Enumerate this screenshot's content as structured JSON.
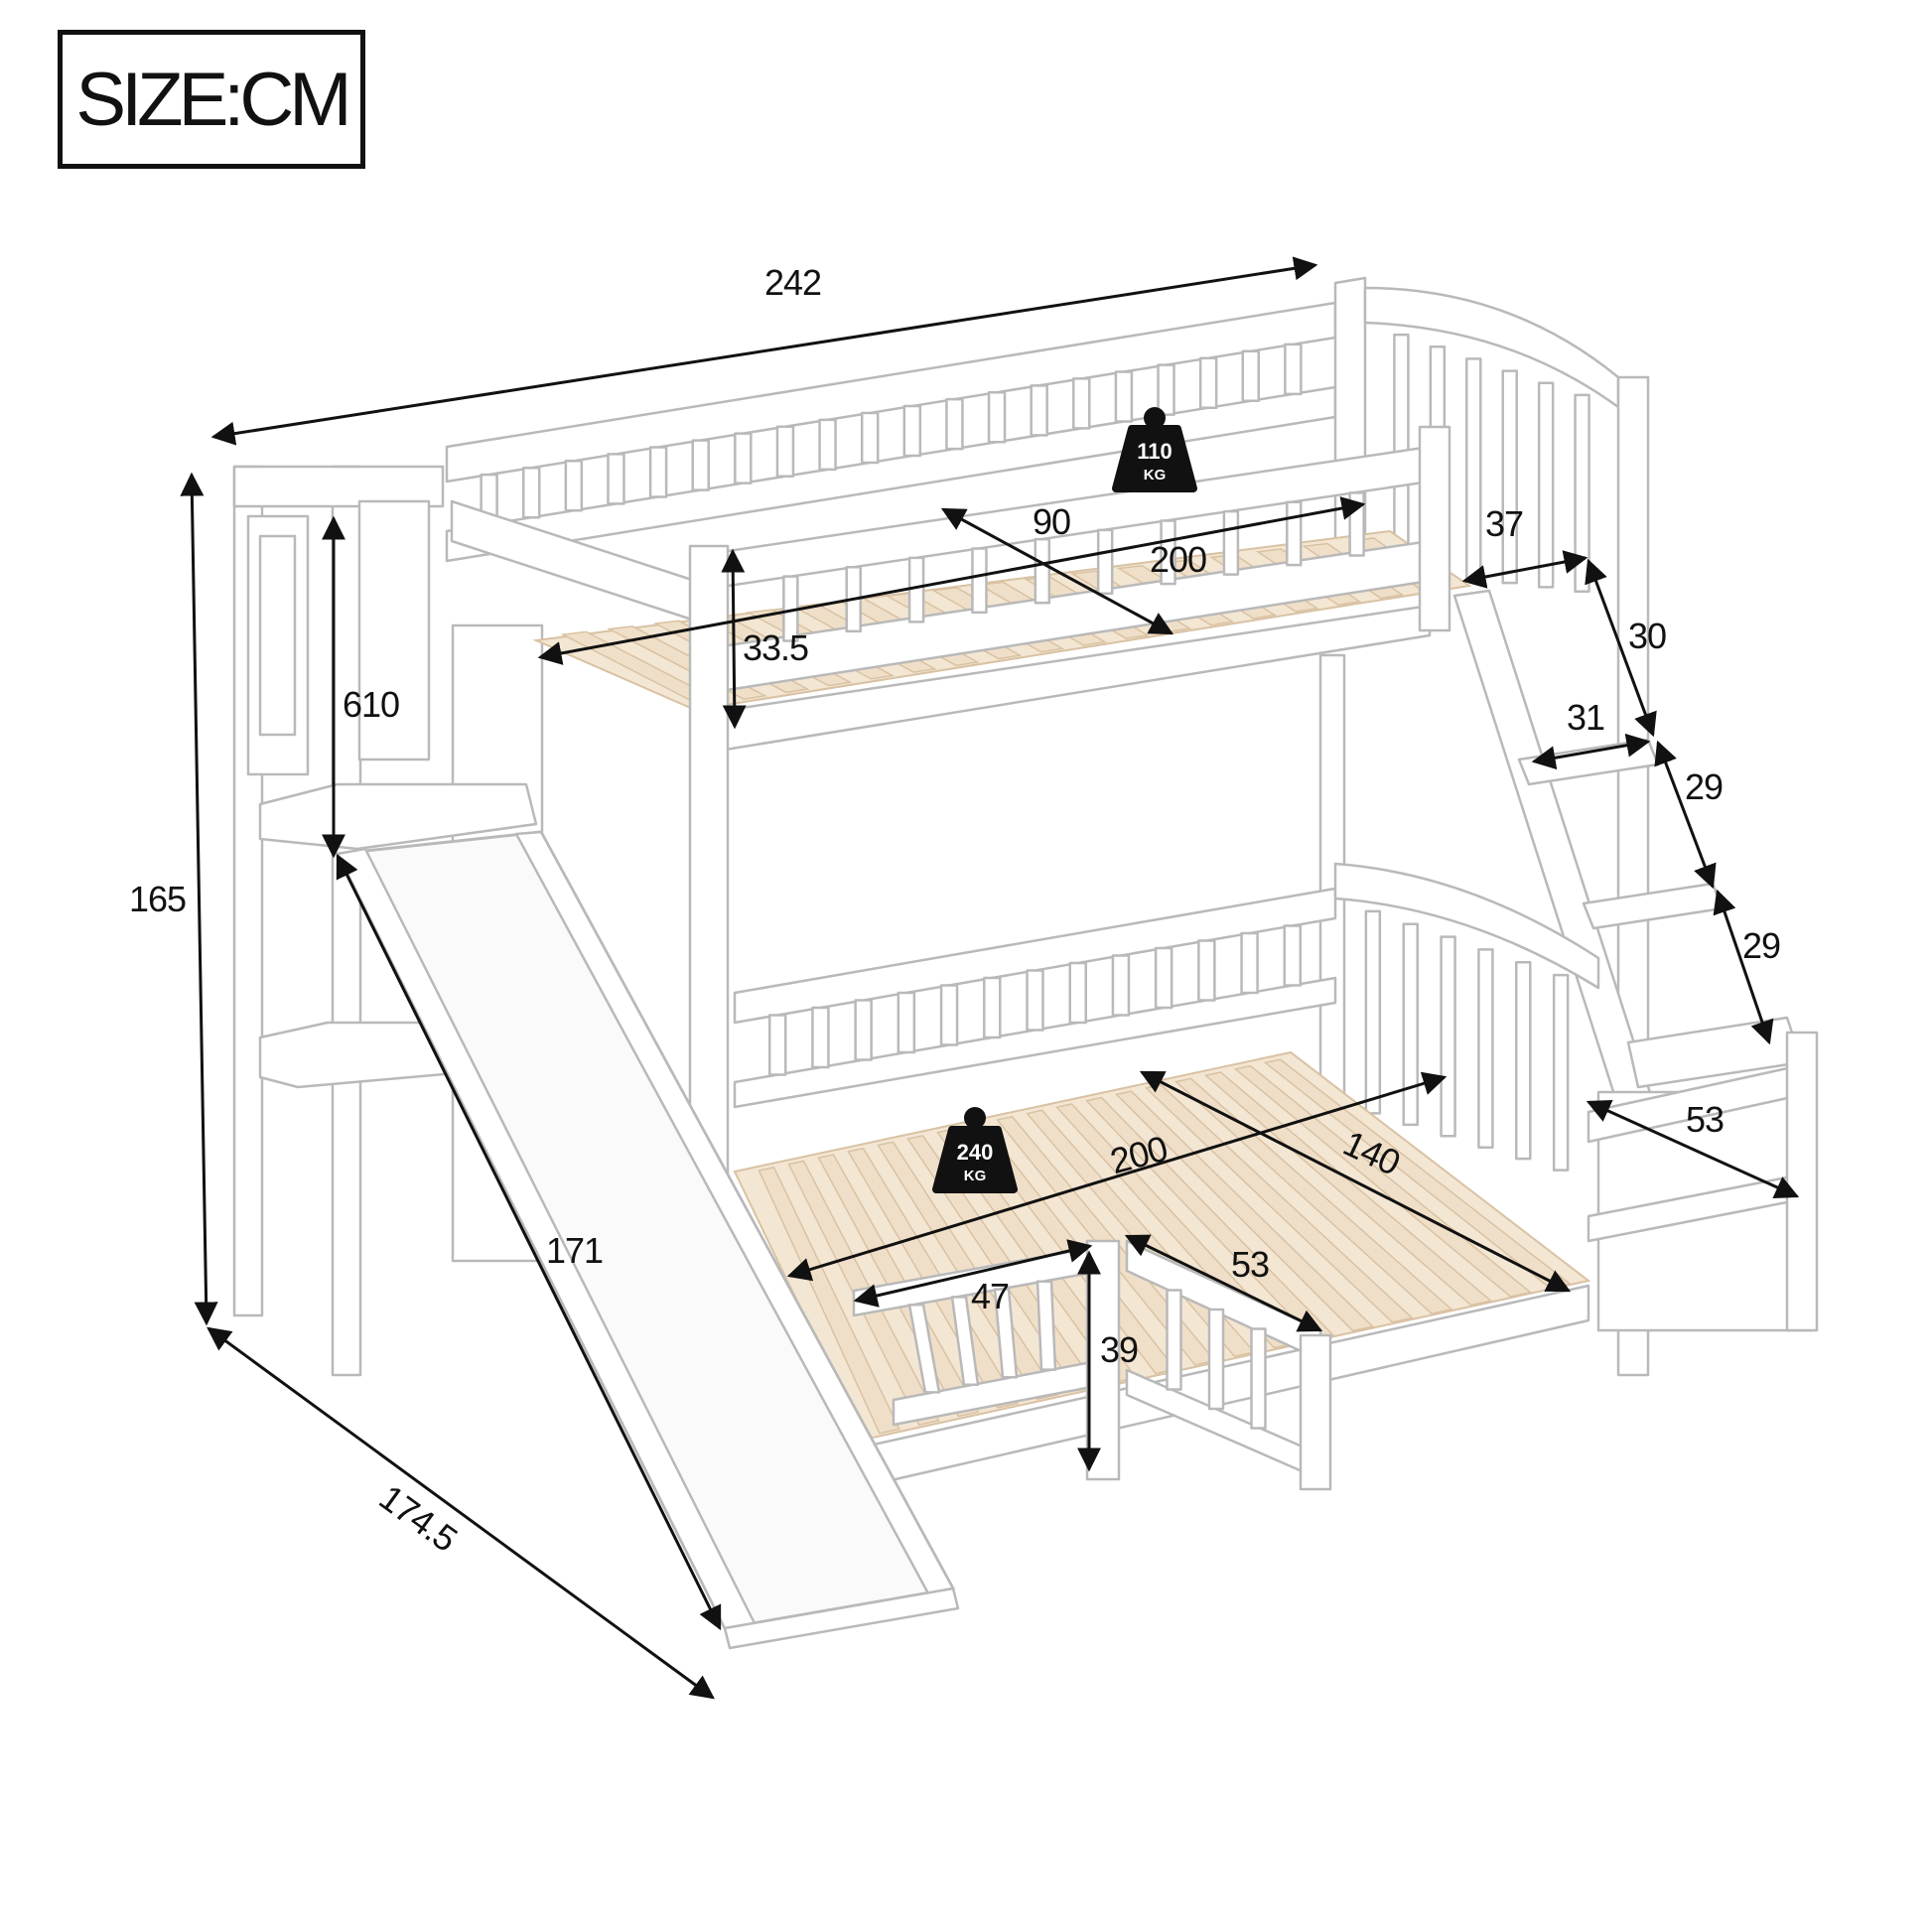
{
  "header": {
    "size_label": "SIZE:CM"
  },
  "top_bunk": {
    "load_value": "110",
    "load_unit": "KG",
    "dims": {
      "length": "200",
      "width": "90",
      "guard_height": "33.5"
    }
  },
  "bottom_bunk": {
    "load_value": "240",
    "load_unit": "KG",
    "dims": {
      "length": "200",
      "width": "140"
    }
  },
  "overall": {
    "length": "242",
    "height": "165",
    "depth": "174.5"
  },
  "stairs": {
    "platform_height": "610",
    "top_width": "37",
    "step_rise_1": "30",
    "step_width": "31",
    "step_rise_2": "29",
    "step_rise_3": "29",
    "box_width": "53"
  },
  "slide": {
    "length": "171"
  },
  "front_guard": {
    "length": "47",
    "height": "39",
    "opening": "53"
  },
  "colors": {
    "line": "#111111",
    "frame_stroke": "#b9b9b9",
    "slat": "#f0dfc8",
    "weight_icon": "#111111"
  }
}
